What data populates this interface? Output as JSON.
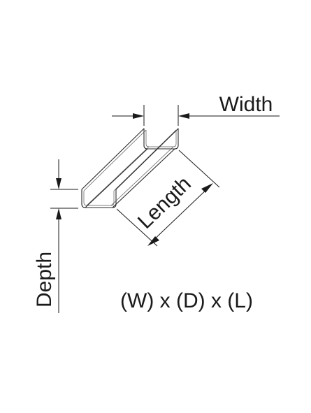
{
  "labels": {
    "width": "Width",
    "length": "Length",
    "depth": "Depth",
    "formula": "(W) x (D) x (L)"
  },
  "colors": {
    "ink": "#1a1a1a",
    "background": "#ffffff"
  }
}
